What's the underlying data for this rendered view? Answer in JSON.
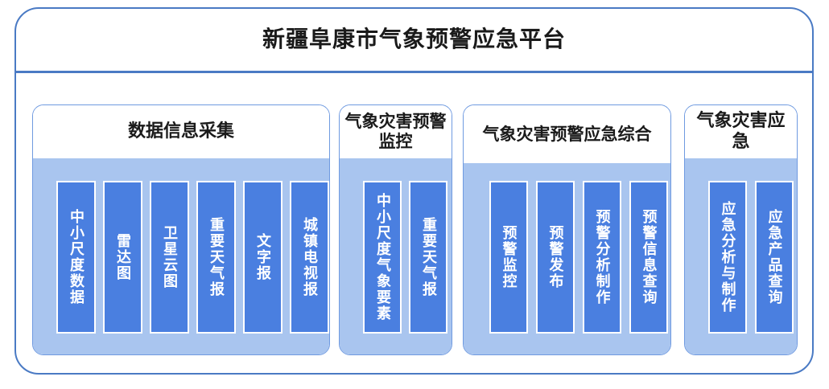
{
  "platform": {
    "title": "新疆阜康市气象预警应急平台",
    "accent_color": "#4a7ac4",
    "panel_color": "#a9c5ef",
    "item_color": "#4a7fe0",
    "item_text_color": "#ffffff"
  },
  "sections": [
    {
      "header": "数据信息采集",
      "items": [
        {
          "label": "中小尺度数据"
        },
        {
          "label": "雷达图"
        },
        {
          "label": "卫星云图"
        },
        {
          "label": "重要天气报"
        },
        {
          "label": "文字报"
        },
        {
          "label": "城镇电视报"
        }
      ]
    },
    {
      "header": "气象灾害预警监控",
      "items": [
        {
          "label": "中小尺度气象要素"
        },
        {
          "label": "重要天气报"
        }
      ]
    },
    {
      "header": "气象灾害预警应急综合",
      "items": [
        {
          "label": "预警监控"
        },
        {
          "label": "预警发布"
        },
        {
          "label": "预警分析制作"
        },
        {
          "label": "预警信息查询"
        }
      ]
    },
    {
      "header": "气象灾害应急",
      "items": [
        {
          "label": "应急分析与制作"
        },
        {
          "label": "应急产品查询"
        }
      ]
    }
  ]
}
